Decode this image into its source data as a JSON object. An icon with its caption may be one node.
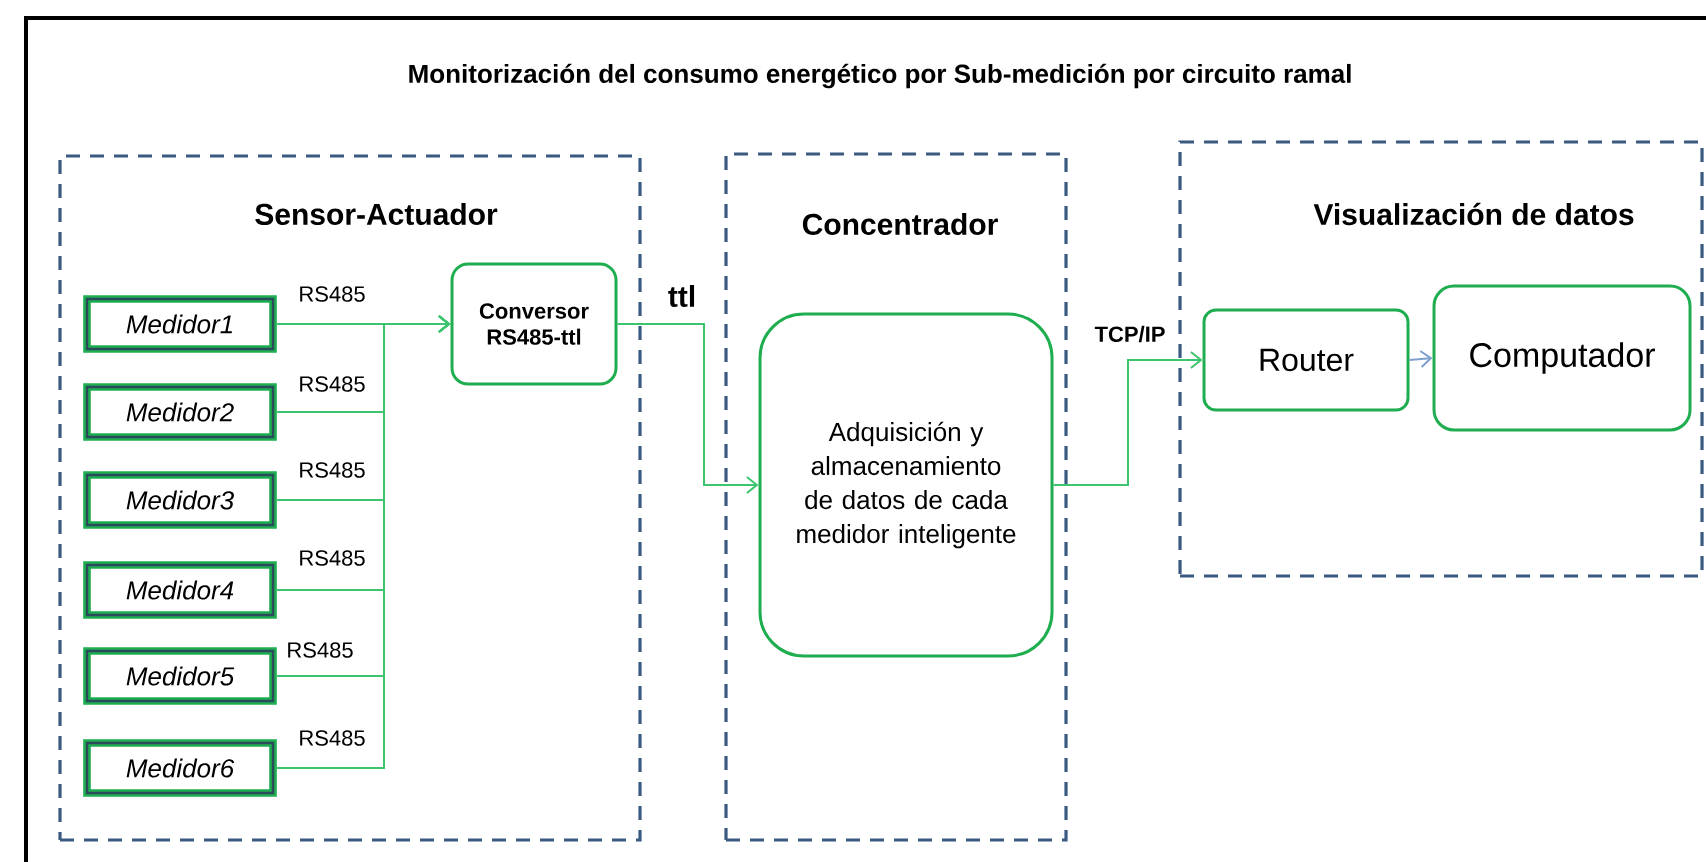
{
  "diagram": {
    "title": "Monitorización del consumo energético por Sub-medición por circuito ramal",
    "nodes": [
      {
        "text": [
          "Sensor-Actuador"
        ]
      },
      {
        "text": [
          "Medidor1"
        ],
        "in": 0
      },
      {
        "text": [
          "Medidor2"
        ],
        "in": 0
      },
      {
        "text": [
          "Medidor3"
        ],
        "in": 0
      },
      {
        "text": [
          "Medidor4"
        ],
        "in": 0
      },
      {
        "text": [
          "Medidor5"
        ],
        "in": 0
      },
      {
        "text": [
          "Medidor6"
        ],
        "in": 0
      },
      {
        "text": [
          "Conversor RS485-ttl"
        ],
        "in": 0
      },
      {
        "text": [
          "Concentrador"
        ]
      },
      {
        "text": [
          "Adquisición y almacenamiento de datos de cada medidor inteligente"
        ],
        "in": 8
      },
      {
        "text": [
          "Visualización de datos"
        ]
      },
      {
        "text": [
          "Router"
        ],
        "in": 10
      },
      {
        "text": [
          "Computador"
        ],
        "in": 10
      }
    ],
    "edges": [
      {
        "from": 1,
        "to": 7,
        "arrow": "to",
        "label": "RS485"
      },
      {
        "from": 2,
        "to": 7,
        "arrow": "to",
        "label": "RS485"
      },
      {
        "from": 3,
        "to": 7,
        "arrow": "to",
        "label": "RS485"
      },
      {
        "from": 4,
        "to": 7,
        "arrow": "to",
        "label": "RS485"
      },
      {
        "from": 5,
        "to": 7,
        "arrow": "to",
        "label": "RS485"
      },
      {
        "from": 6,
        "to": 7,
        "arrow": "to",
        "label": "RS485"
      },
      {
        "from": 7,
        "to": 9,
        "arrow": "to",
        "label": "ttl"
      },
      {
        "from": 9,
        "to": 11,
        "arrow": "to",
        "label": "TCP/IP"
      },
      {
        "from": 11,
        "to": 12,
        "arrow": "to",
        "color": "#7f9fcf"
      }
    ]
  }
}
